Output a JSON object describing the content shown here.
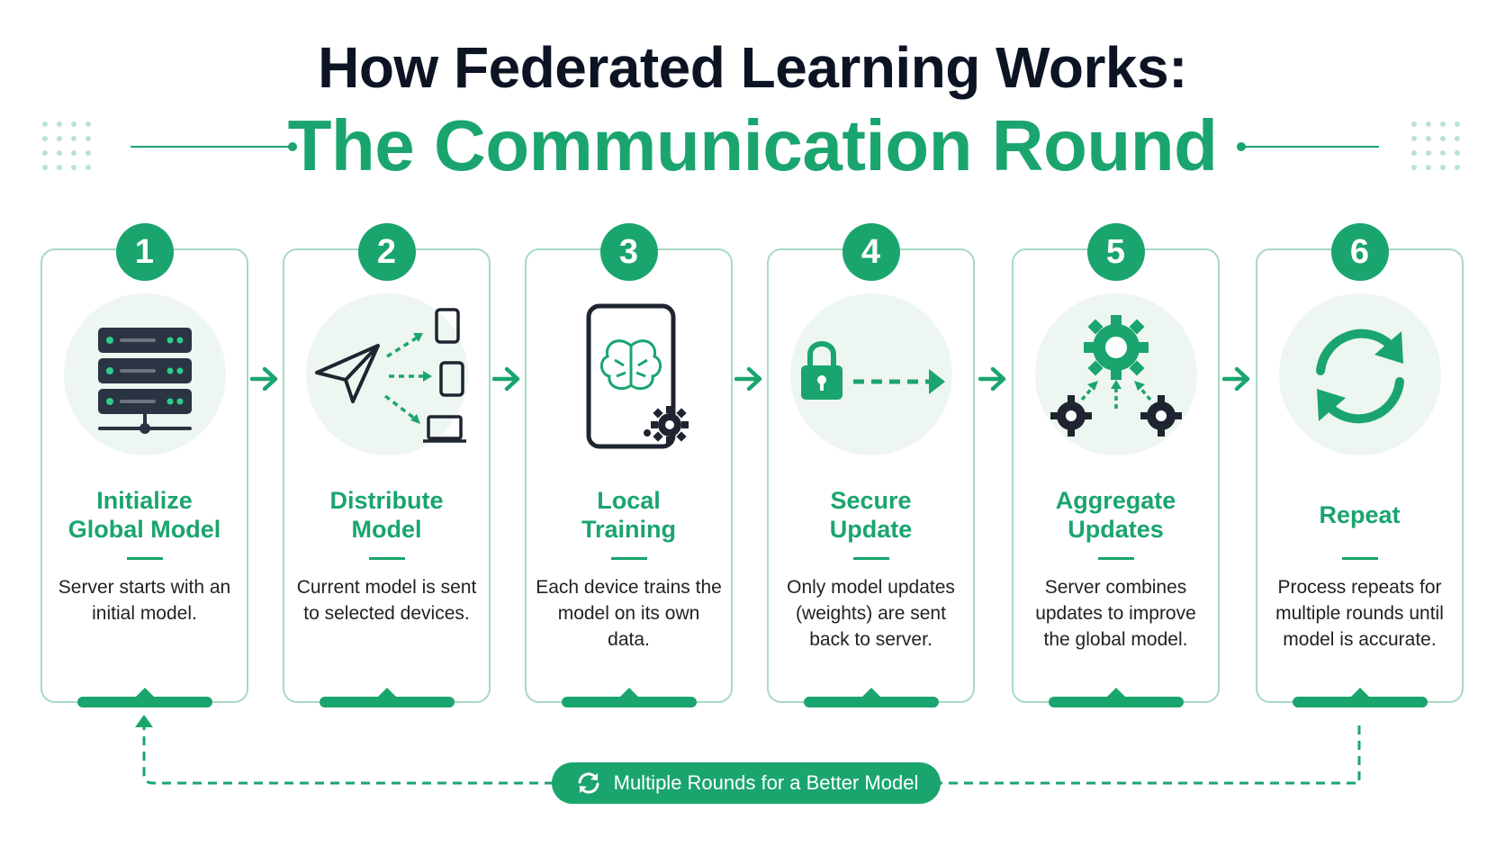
{
  "title_line1": "How Federated Learning Works:",
  "title_line2": "The Communication Round",
  "colors": {
    "accent": "#1aa56e",
    "dark": "#0c1424",
    "card_border": "#a7dbc2",
    "icon_bg": "#eef6f1"
  },
  "steps": [
    {
      "number": "1",
      "title": "Initialize\nGlobal Model",
      "description": "Server starts with an initial model.",
      "icon": "server-icon"
    },
    {
      "number": "2",
      "title": "Distribute\nModel",
      "description": "Current model is sent to selected devices.",
      "icon": "paper-plane-devices-icon"
    },
    {
      "number": "3",
      "title": "Local\nTraining",
      "description": "Each device trains the model on its own data.",
      "icon": "phone-brain-gear-icon"
    },
    {
      "number": "4",
      "title": "Secure\nUpdate",
      "description": "Only model updates (weights) are sent back to server.",
      "icon": "lock-arrow-icon"
    },
    {
      "number": "5",
      "title": "Aggregate\nUpdates",
      "description": "Server combines updates to improve the global model.",
      "icon": "gears-aggregate-icon"
    },
    {
      "number": "6",
      "title": "Repeat",
      "description": "Process repeats for multiple rounds until model is accurate.",
      "icon": "refresh-icon"
    }
  ],
  "loop_label": "Multiple Rounds for a Better Model"
}
